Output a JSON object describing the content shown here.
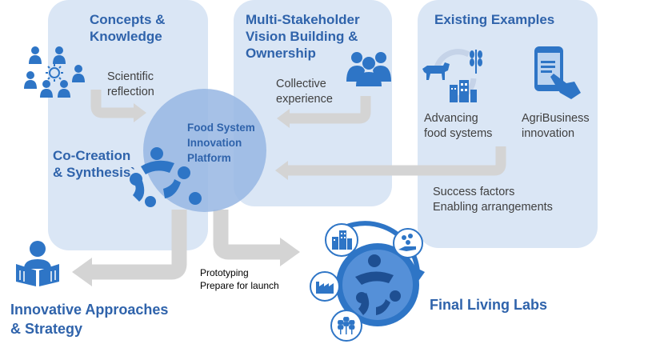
{
  "panels": {
    "concepts": {
      "title_line1": "Concepts &",
      "title_line2": "Knowledge",
      "note_line1": "Scientific",
      "note_line2": "reflection"
    },
    "stakeholder": {
      "title_line1": "Multi-Stakeholder",
      "title_line2": "Vision Building &",
      "title_line3": "Ownership",
      "note_line1": "Collective",
      "note_line2": "experience"
    },
    "examples": {
      "title": "Existing Examples",
      "item1_line1": "Advancing",
      "item1_line2": "food systems",
      "item2_line1": "AgriBusiness",
      "item2_line2": "innovation",
      "factors_line1": "Success factors",
      "factors_line2": "Enabling arrangements"
    }
  },
  "platform": {
    "line1": "Food System",
    "line2": "Innovation",
    "line3": "Platform"
  },
  "cocreation": {
    "line1": "Co-Creation",
    "line2": "& Synthesis`"
  },
  "prototyping": {
    "line1": "Prototyping",
    "line2": "Prepare for launch"
  },
  "outputs": {
    "approaches_line1": "Innovative Approaches",
    "approaches_line2": "& Strategy",
    "living_labs": "Final Living Labs"
  },
  "icons": [
    "people-network-icon",
    "group-icon",
    "cow-crop-cycle-icon",
    "smartphone-tap-icon",
    "reading-person-icon",
    "collaboration-icon",
    "buildings-icon",
    "molecule-hand-icon",
    "factory-icon",
    "wheat-icon"
  ],
  "colors": {
    "panel": "#dae6f5",
    "circle": "#97b6e3",
    "heading": "#2f63ab",
    "arrow": "#d4d4d4",
    "icon": "#2e75c6"
  }
}
